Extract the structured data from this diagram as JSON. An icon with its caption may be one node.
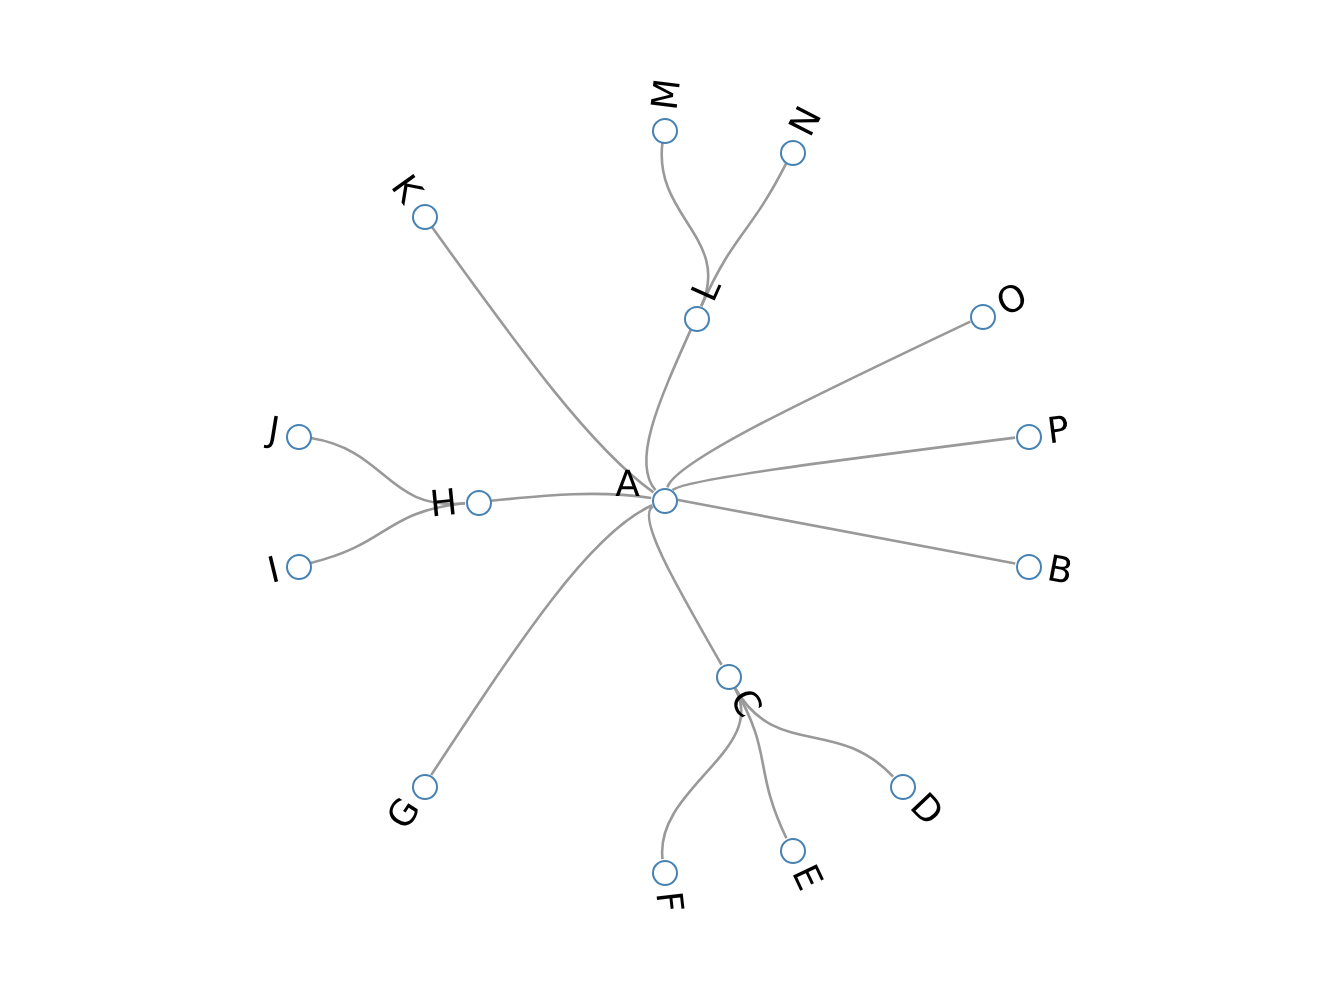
{
  "diagram": {
    "nodes": [
      {
        "text": [
          "A"
        ]
      },
      {
        "text": [
          "B"
        ]
      },
      {
        "text": [
          "C"
        ]
      },
      {
        "text": [
          "D"
        ]
      },
      {
        "text": [
          "E"
        ]
      },
      {
        "text": [
          "F"
        ]
      },
      {
        "text": [
          "G"
        ]
      },
      {
        "text": [
          "H"
        ]
      },
      {
        "text": [
          "I"
        ]
      },
      {
        "text": [
          "J"
        ]
      },
      {
        "text": [
          "K"
        ]
      },
      {
        "text": [
          "L"
        ]
      },
      {
        "text": [
          "M"
        ]
      },
      {
        "text": [
          "N"
        ]
      },
      {
        "text": [
          "O"
        ]
      },
      {
        "text": [
          "P"
        ]
      }
    ],
    "edges": [
      {
        "from": 0,
        "to": 1,
        "arrow": "none"
      },
      {
        "from": 0,
        "to": 2,
        "arrow": "none"
      },
      {
        "from": 2,
        "to": 3,
        "arrow": "none"
      },
      {
        "from": 2,
        "to": 4,
        "arrow": "none"
      },
      {
        "from": 2,
        "to": 5,
        "arrow": "none"
      },
      {
        "from": 0,
        "to": 6,
        "arrow": "none"
      },
      {
        "from": 0,
        "to": 7,
        "arrow": "none"
      },
      {
        "from": 7,
        "to": 8,
        "arrow": "none"
      },
      {
        "from": 7,
        "to": 9,
        "arrow": "none"
      },
      {
        "from": 0,
        "to": 10,
        "arrow": "none"
      },
      {
        "from": 0,
        "to": 11,
        "arrow": "none"
      },
      {
        "from": 11,
        "to": 12,
        "arrow": "none"
      },
      {
        "from": 11,
        "to": 13,
        "arrow": "none"
      },
      {
        "from": 0,
        "to": 14,
        "arrow": "none"
      },
      {
        "from": 0,
        "to": 15,
        "arrow": "none"
      }
    ]
  }
}
